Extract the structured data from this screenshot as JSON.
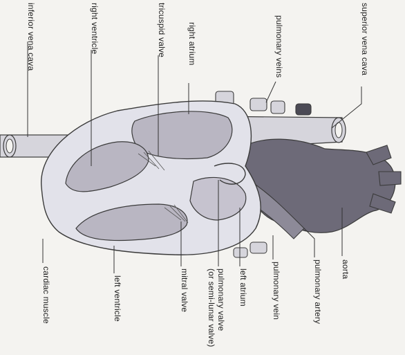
{
  "labels": {
    "inferior_vena_cava": "inferior vena cava",
    "right_ventricle": "right ventricle",
    "tricuspid_valve": "tricuspid valve",
    "right_atrium": "right atrium",
    "pulmonary_veins": "pulmonary veins",
    "superior_vena_cava": "superior vena cava",
    "cardiac_muscle": "cardiac muscle",
    "left_ventricle": "left ventricle",
    "mitral_valve": "mitral valve",
    "pulmonary_valve_1": "pulmonary valve",
    "pulmonary_valve_2": "(or semi-lunar valve)",
    "left_atrium": "left atrium",
    "pulmonary_vein": "pulmonary vein",
    "pulmonary_artery": "pulmonary artery",
    "aorta": "aorta"
  },
  "colors": {
    "background": "#f4f3f0",
    "muscle": "#e2e2ea",
    "chamber": "#b9b6c2",
    "vessel": "#d6d5dc",
    "aorta": "#6d6a78",
    "outline": "#3a3a3a"
  }
}
